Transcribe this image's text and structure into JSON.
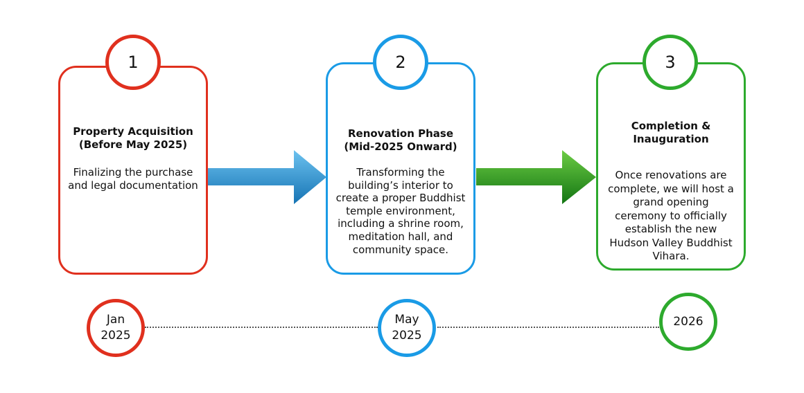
{
  "phases": [
    {
      "number": "1",
      "title_line1": "Property Acquisition",
      "title_line2": "(Before May 2025)",
      "body": [
        "Finalizing the purchase",
        "and legal documentation"
      ],
      "color": "#e0301e"
    },
    {
      "number": "2",
      "title_line1": "Renovation Phase",
      "title_line2": "(Mid-2025 Onward)",
      "body": [
        "Transforming the",
        "building’s interior to",
        "create a proper Buddhist",
        "temple environment,",
        "including a shrine room,",
        "meditation hall, and",
        "community space."
      ],
      "color": "#1a9be6"
    },
    {
      "number": "3",
      "title_line1": "Completion &",
      "title_line2": "Inauguration",
      "body": [
        "Once renovations are",
        "complete, we will host a",
        "grand opening",
        "ceremony to officially",
        "establish the new",
        "Hudson Valley Buddhist",
        "Vihara."
      ],
      "color": "#2daa2d"
    }
  ],
  "timeline": [
    {
      "line1": "Jan",
      "line2": "2025",
      "color": "#e0301e"
    },
    {
      "line1": "May",
      "line2": "2025",
      "color": "#1a9be6"
    },
    {
      "line1": "2026",
      "line2": "",
      "color": "#2daa2d"
    }
  ],
  "arrows": [
    {
      "name": "blue-arrow",
      "color_light": "#5bb8ea",
      "color_dark": "#1677b8"
    },
    {
      "name": "green-arrow",
      "color_light": "#5fc43f",
      "color_dark": "#157a15"
    }
  ]
}
